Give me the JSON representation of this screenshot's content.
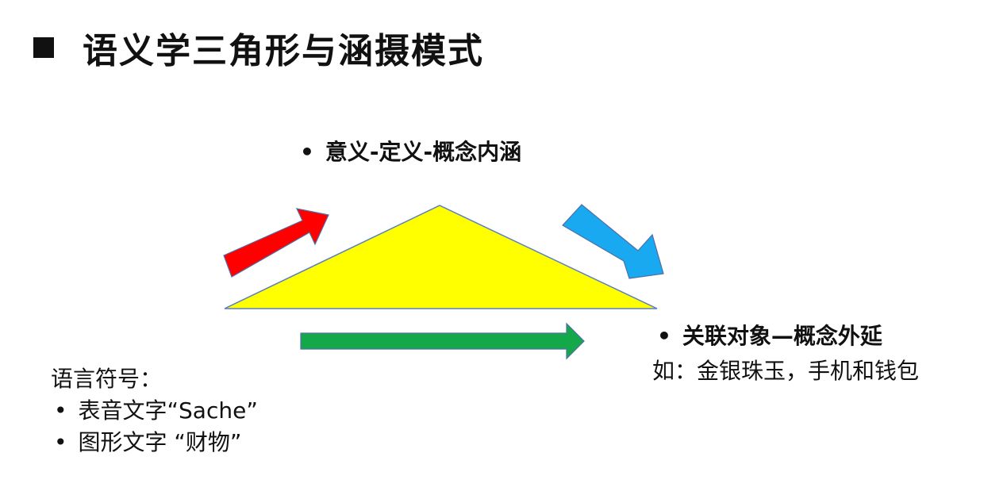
{
  "title": "语义学三角形与涵摄模式",
  "colors": {
    "triangle_fill": "#FFFF00",
    "triangle_stroke": "#5B7FC0",
    "arrow_red": "#FF0000",
    "arrow_blue": "#19A9F0",
    "arrow_green": "#14A84A",
    "arrow_stroke": "#4F6FA8"
  },
  "top_node": {
    "bullet": "•",
    "text": "意义-定义-概念内涵"
  },
  "right_node": {
    "bullet": "•",
    "text": "关联对象—概念外延",
    "example": "如：金银珠玉，手机和钱包"
  },
  "left_node": {
    "heading": "语言符号：",
    "items": [
      {
        "bullet": "•",
        "text": "表音文字“Sache”"
      },
      {
        "bullet": "•",
        "text": "图形文字 “财物”"
      }
    ]
  }
}
